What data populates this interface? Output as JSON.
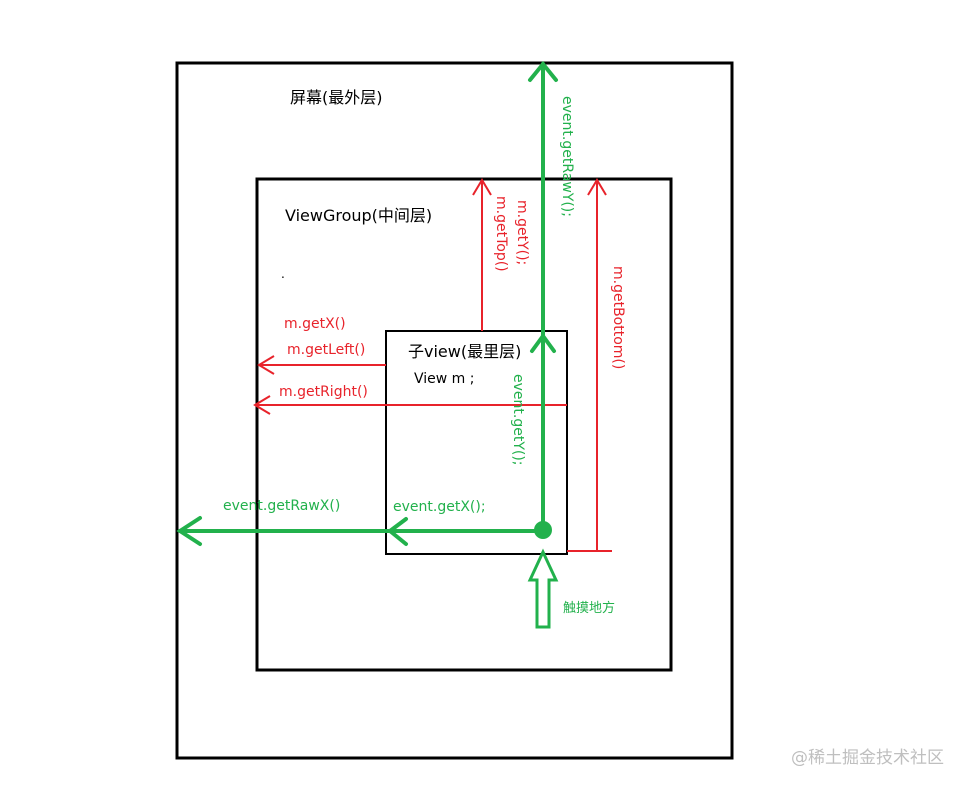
{
  "boxes": {
    "screen": "屏幕(最外层)",
    "viewgroup": "ViewGroup(中间层)",
    "child": "子view(最里层)",
    "child_code": "View  m ;",
    "dot": "."
  },
  "labels": {
    "get_x": "m.getX()",
    "get_left": "m.getLeft()",
    "get_right": "m.getRight()",
    "get_y": "m.getY();",
    "get_top": "m.getTop()",
    "get_bottom": "m.getBottom()",
    "event_get_raw_y": "event.getRawY();",
    "event_get_y": "event.getY();",
    "event_get_raw_x": "event.getRawX()",
    "event_get_x": "event.getX();",
    "touch_point": "触摸地方"
  },
  "watermark": "@稀土掘金技术社区",
  "colors": {
    "border": "#000000",
    "red": "#e8232b",
    "green": "#22b14c",
    "watermark": "#bfbfbf"
  }
}
